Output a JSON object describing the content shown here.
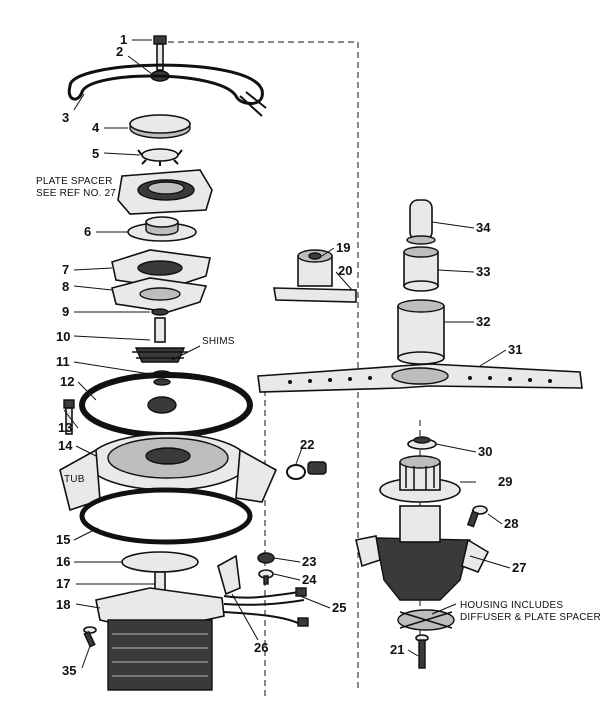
{
  "callouts": {
    "c1": "1",
    "c2": "2",
    "c3": "3",
    "c4": "4",
    "c5": "5",
    "c6": "6",
    "c7": "7",
    "c8": "8",
    "c9": "9",
    "c10": "10",
    "c11": "11",
    "c12": "12",
    "c13": "13",
    "c14": "14",
    "c15": "15",
    "c16": "16",
    "c17": "17",
    "c18": "18",
    "c19": "19",
    "c20": "20",
    "c21": "21",
    "c22": "22",
    "c23": "23",
    "c24": "24",
    "c25": "25",
    "c26": "26",
    "c27": "27",
    "c28": "28",
    "c29": "29",
    "c30": "30",
    "c31": "31",
    "c32": "32",
    "c33": "33",
    "c34": "34",
    "c35": "35"
  },
  "notes": {
    "plate_spacer_line1": "PLATE SPACER",
    "plate_spacer_line2": "SEE REF NO. 27",
    "shims": "SHIMS",
    "tub": "TUB",
    "housing_line1": "HOUSING INCLUDES",
    "housing_line2": "DIFFUSER & PLATE SPACER"
  }
}
